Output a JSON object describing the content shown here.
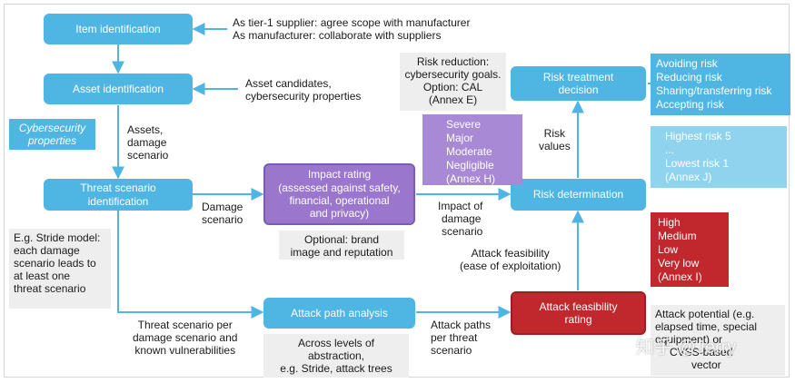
{
  "nodes": {
    "item_identification": "Item identification",
    "asset_identification": "Asset identification",
    "threat_scenario_identification": [
      "Threat scenario",
      "identification"
    ],
    "impact_rating": [
      "Impact rating",
      "(assessed against safety,",
      "financial, operational",
      "and privacy)"
    ],
    "attack_path_analysis": "Attack path analysis",
    "attack_feasibility_rating": [
      "Attack feasibility",
      "rating"
    ],
    "risk_determination": "Risk determination",
    "risk_treatment_decision": [
      "Risk treatment",
      "decision"
    ]
  },
  "labels": {
    "supplier_note": [
      "As tier-1 supplier: agree scope with manufacturer",
      "As manufacturer: collaborate with suppliers"
    ],
    "asset_candidates": [
      "Asset candidates,",
      "cybersecurity properties"
    ],
    "cybersecurity_properties": [
      "Cybersecurity",
      "properties"
    ],
    "assets_damage": [
      "Assets,",
      "damage",
      "scenario"
    ],
    "damage_scenario": [
      "Damage",
      "scenario"
    ],
    "impact_of_damage": [
      "Impact of",
      "damage",
      "scenario"
    ],
    "risk_values": [
      "Risk",
      "values"
    ],
    "attack_feasibility": [
      "Attack feasibility",
      "(ease of exploitation)"
    ],
    "threat_scenario_per": [
      "Threat scenario per",
      "damage scenario and",
      "known vulnerabilities"
    ],
    "attack_paths": [
      "Attack paths",
      "per threat",
      "scenario"
    ]
  },
  "notes": {
    "risk_reduction": [
      "Risk reduction:",
      "cybersecurity goals.",
      "Option: CAL",
      "(Annex E)"
    ],
    "stride_model": [
      "E.g. Stride model:",
      "each damage",
      "scenario leads to",
      "at least one",
      "threat scenario"
    ],
    "brand_image": [
      "Optional: brand",
      "image and reputation"
    ],
    "levels_of_abstraction": [
      "Across levels of",
      "abstraction,",
      "e.g. Stride, attack trees"
    ],
    "attack_potential": [
      "Attack potential (e.g.",
      "elapsed time, special",
      "equipment) or",
      "CVSS-based",
      "vector"
    ]
  },
  "lists": {
    "risk_treatment_options": [
      "Avoiding risk",
      "Reducing risk",
      "Sharing/transferring risk",
      "Accepting risk"
    ],
    "risk_levels": [
      "Highest risk 5",
      "...",
      "Lowest risk 1",
      "(Annex J)"
    ],
    "impact_levels": [
      "Severe",
      "Major",
      "Moderate",
      "Negligible",
      "(Annex H)"
    ],
    "feasibility_levels": [
      "High",
      "Medium",
      "Low",
      "Very low",
      "(Annex I)"
    ]
  },
  "watermark": "知乎 @Jerry",
  "colors": {
    "process_blue": "#4fb6e3",
    "impact_purple": "#9a77cc",
    "feasibility_red": "#c0282e",
    "note_gray": "#eeeeee",
    "arrow_blue": "#4fb6e3"
  }
}
